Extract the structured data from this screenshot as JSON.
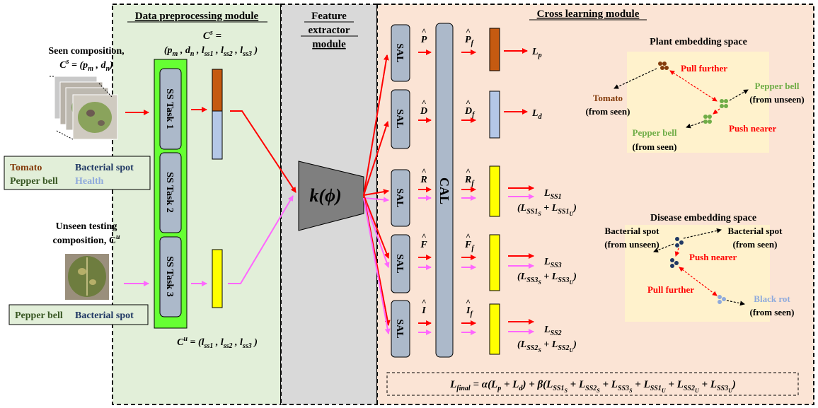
{
  "modules": {
    "preprocessing": "Data preprocessing module",
    "feature_l1": "Feature",
    "feature_l2": "extractor",
    "feature_l3": "module",
    "cross": "Cross learning module"
  },
  "inputs": {
    "seen_l1": "Seen composition,",
    "seen_l2": "C",
    "seen_l2_sup": "s",
    "seen_l2_rest": " = (p",
    "seen_l2_sub1": "m",
    "seen_l2_mid": " ,  d",
    "seen_l2_sub2": "n",
    "seen_l2_end": ")",
    "unseen_l1": "Unseen testing",
    "unseen_l2": "composition, C",
    "unseen_l2_sup": "u"
  },
  "legend_seen": {
    "tomato": "Tomato",
    "bacterial_spot": "Bacterial spot",
    "pepper_bell": "Pepper bell",
    "health": "Health"
  },
  "legend_unseen": {
    "pepper_bell": "Pepper bell",
    "bacterial_spot": "Bacterial spot"
  },
  "cs_formula": {
    "l1": "C",
    "l1_sup": "s",
    "l1_end": " =",
    "l2": "(p",
    "p_sub": "m",
    "d": " ,  d",
    "d_sub": "n",
    "l": " , l",
    "l1s": "ss1",
    "l2s": "ss2",
    "l3s": "ss3",
    "close": " )"
  },
  "cu_formula": {
    "c": "C",
    "sup": "u",
    "eq": " = (l",
    "s1": "ss1",
    "comma": " , l",
    "s2": "ss2",
    "s3": "ss3",
    "close": " )"
  },
  "tasks": [
    "SS Task 1",
    "SS Task 2",
    "SS Task 3"
  ],
  "extractor": "k(ϕ)",
  "sal_label": "SAL",
  "cal_label": "CAL",
  "features": {
    "p": "P",
    "d": "D",
    "r": "R",
    "f": "F",
    "i": "I",
    "sub_f": "f"
  },
  "losses": {
    "lp": "L",
    "lp_sub": "p",
    "ld": "L",
    "ld_sub": "d",
    "lss1": "L",
    "lss1_sub": "SS1",
    "lss1_expr": "(L",
    "lss1_a": "SS1",
    "lss1_as": "S",
    "plus": " + L",
    "lss1_bs": "U",
    "close": ")",
    "lss3": "L",
    "lss3_sub": "SS3",
    "lss3_a": "SS3",
    "lss2": "L",
    "lss2_sub": "SS2",
    "lss2_a": "SS2"
  },
  "plant_space": {
    "title": "Plant embedding space",
    "pull": "Pull further",
    "push": "Push nearer",
    "tomato": "Tomato",
    "tomato_src": "(from seen)",
    "pepper_unseen": "Pepper bell",
    "pepper_unseen_src": "(from unseen)",
    "pepper_seen": "Pepper bell",
    "pepper_seen_src": "(from seen)"
  },
  "disease_space": {
    "title": "Disease embedding space",
    "bs_unseen": "Bacterial spot",
    "bs_unseen_src": "(from unseen)",
    "bs_seen": "Bacterial spot",
    "bs_seen_src": "(from seen)",
    "push": "Push nearer",
    "pull": "Pull further",
    "black_rot": "Black rot",
    "black_rot_src": "(from seen)"
  },
  "final_loss": {
    "l": "L",
    "final": "final",
    "eq": " = α(L",
    "p": "p",
    "plus_ld": " + L",
    "d": "d",
    "beta": ") + β(L",
    "t1": "SS1",
    "plus": " + L",
    "t2": "SS2",
    "t3": "SS3",
    "s": "S",
    "u": "U",
    "end": ")"
  },
  "colors": {
    "green_bg": "#e2efd9",
    "gray_bg": "#d9d9d9",
    "peach_bg": "#fbe4d5",
    "box_blue": "#acb9ca",
    "green_box": "#66ff33",
    "brown": "#c55a11",
    "light_blue": "#b4c7e7",
    "yellow": "#ffff00",
    "red": "#ff0000",
    "pink": "#ff66ff",
    "panel": "#fff2cc"
  }
}
